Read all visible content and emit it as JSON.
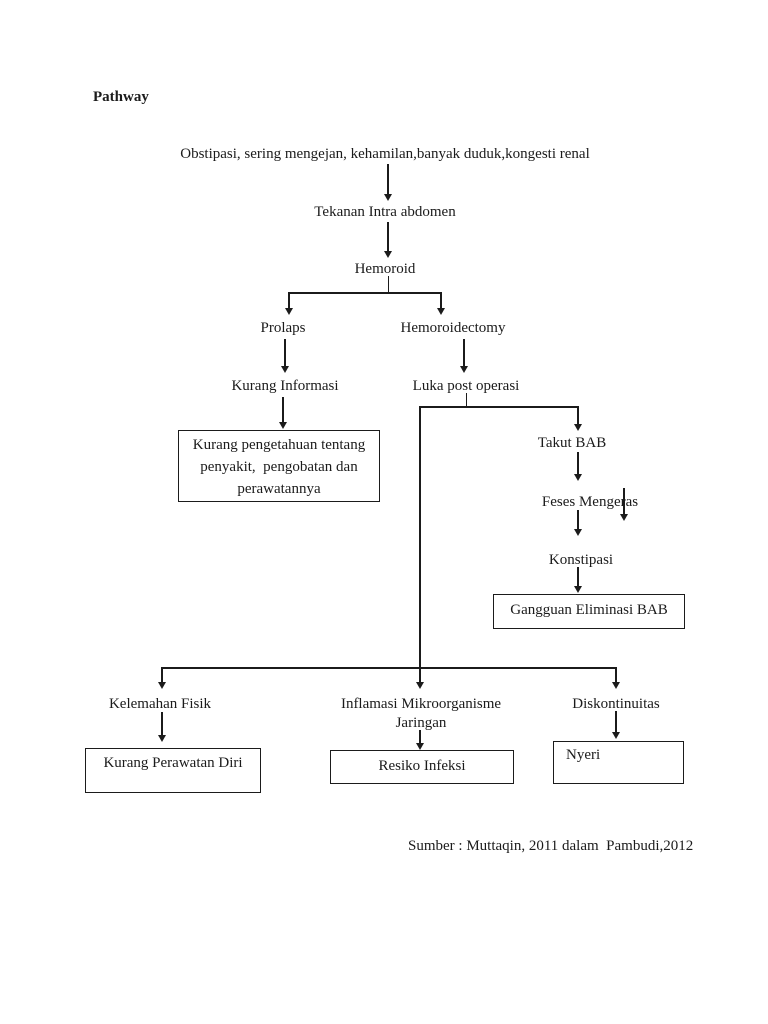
{
  "title": "Pathway",
  "flow": {
    "obstipasi": "Obstipasi, sering mengejan, kehamilan,banyak duduk,kongesti renal",
    "tekanan_intra_abdomen": "Tekanan Intra abdomen",
    "hemoroid": "Hemoroid",
    "prolaps": "Prolaps",
    "hemoroidectomy": "Hemoroidectomy",
    "kurang_informasi": "Kurang Informasi",
    "luka_post_operasi": "Luka post operasi",
    "takut_bab": "Takut BAB",
    "feses_mengeras": "Feses Mengeras",
    "konstipasi": "Konstipasi",
    "kelemahan_fisik": "Kelemahan Fisik",
    "inflamasi_line1": "Inflamasi Mikroorganisme",
    "inflamasi_line2": "Jaringan",
    "diskontinuitas": "Diskontinuitas"
  },
  "boxes": {
    "kurang_pengetahuan": {
      "line1": "Kurang pengetahuan tentang",
      "line2": "penyakit,  pengobatan dan",
      "line3": "perawatannya"
    },
    "gangguan_eliminasi_bab": "Gangguan Eliminasi BAB",
    "kurang_perawatan_diri": "Kurang Perawatan Diri",
    "resiko_infeksi": "Resiko Infeksi",
    "nyeri": "Nyeri"
  },
  "source": "Sumber : Muttaqin, 2011 dalam  Pambudi,2012",
  "colors": {
    "ink": "#1b1b1b",
    "background": "#ffffff"
  }
}
